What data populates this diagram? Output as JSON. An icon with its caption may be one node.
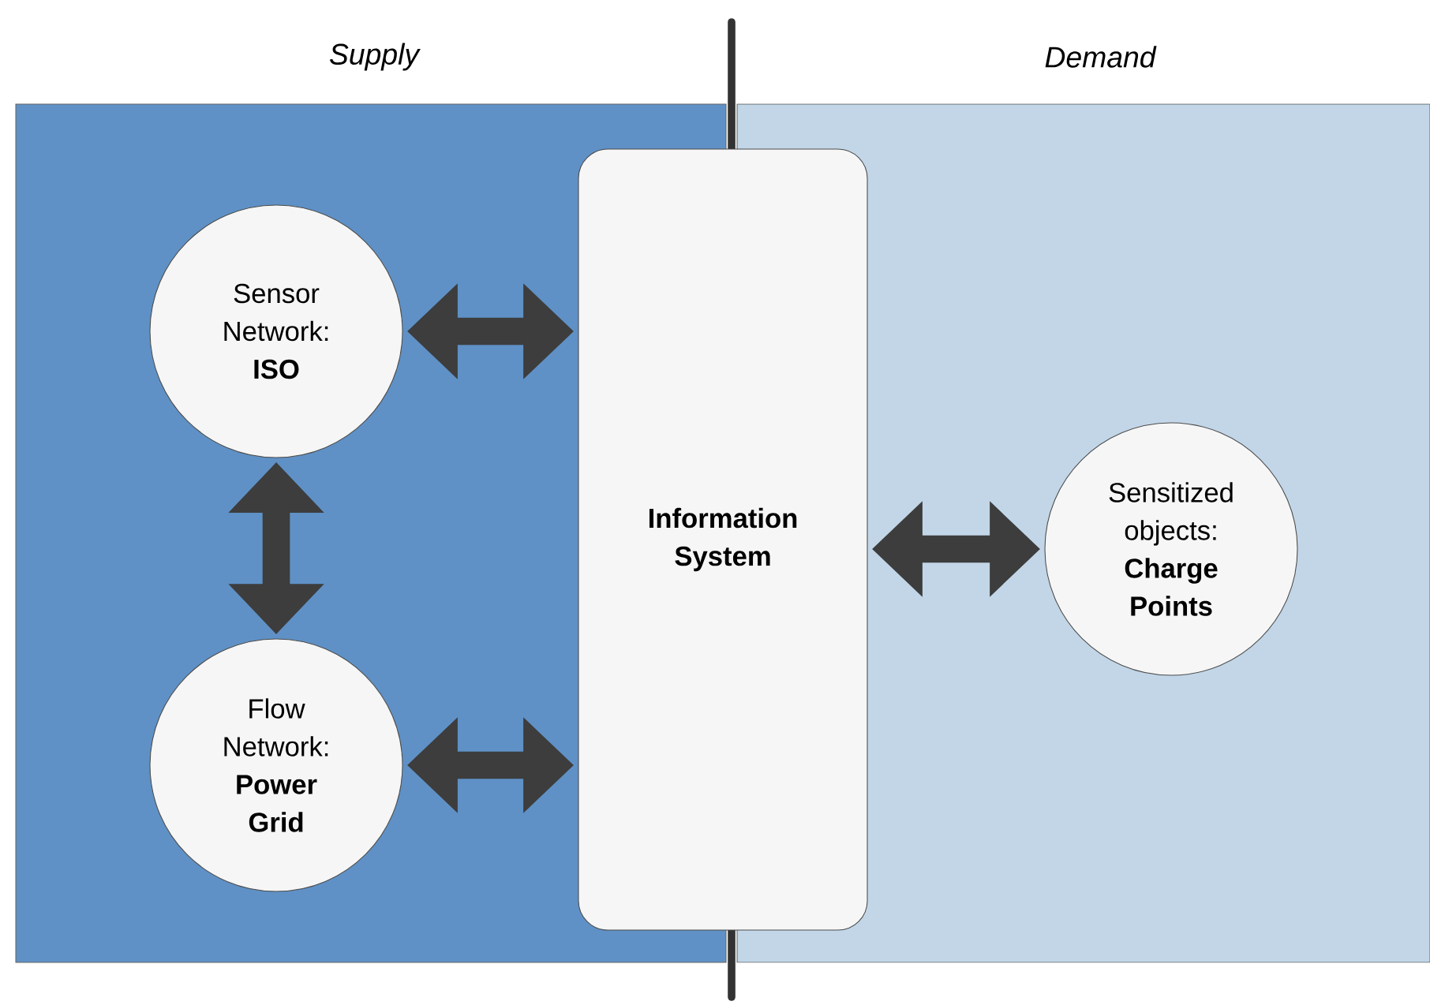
{
  "diagram": {
    "nodes": [
      {
        "text": [
          "Supply"
        ]
      },
      {
        "text": [
          "Demand"
        ]
      },
      {
        "text": [
          "Sensor Network: **ISO**"
        ],
        "in": 0
      },
      {
        "text": [
          "Flow Network: **Power Grid**"
        ],
        "in": 0
      },
      {
        "text": [
          "**Information System**"
        ]
      },
      {
        "text": [
          "Sensitized objects: **Charge Points**"
        ],
        "in": 1
      }
    ],
    "edges": [
      {
        "from": 2,
        "to": 4,
        "arrow": "both"
      },
      {
        "from": 2,
        "to": 3,
        "arrow": "both"
      },
      {
        "from": 3,
        "to": 4,
        "arrow": "both"
      },
      {
        "from": 4,
        "to": 5,
        "arrow": "both"
      }
    ]
  }
}
